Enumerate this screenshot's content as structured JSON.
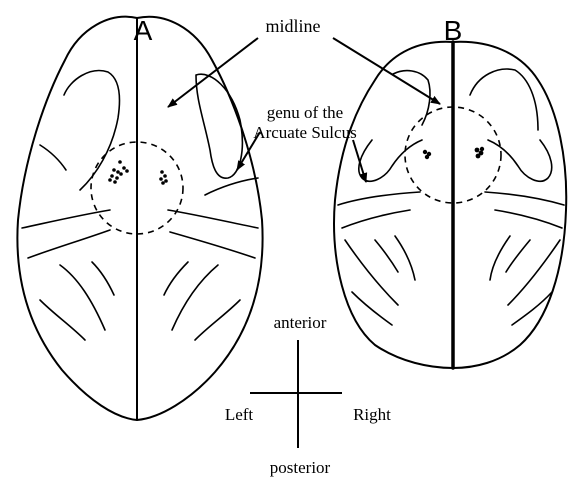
{
  "panels": {
    "a_label": "A",
    "b_label": "B"
  },
  "annotations": {
    "midline": "midline",
    "genu_line1": "genu of the",
    "genu_line2": "Arcuate Sulcus"
  },
  "orientation": {
    "anterior": "anterior",
    "posterior": "posterior",
    "left": "Left",
    "right": "Right"
  }
}
